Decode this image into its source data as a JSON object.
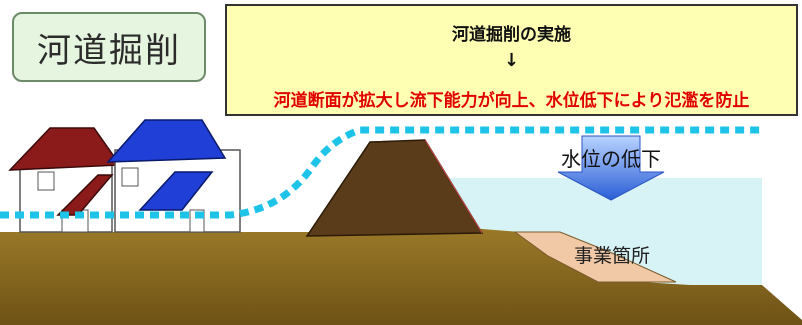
{
  "title": "河道掘削",
  "note": {
    "title": "河道掘削の実施",
    "arrow": "↓",
    "description": "河道断面が拡大し流下能力が向上、水位低下により氾濫を防止"
  },
  "labels": {
    "water_level_drop": "水位の低下",
    "project_site": "事業箇所"
  },
  "colors": {
    "ground": "#8b6a1f",
    "levee": "#5a3b1a",
    "water": "#d8f3f5",
    "water_line": "#1ec3e8",
    "excavation": "#f1c9a6",
    "arrow": "#3a6fe0",
    "roof_red": "#8b1a1a",
    "roof_blue": "#1f3fd6"
  }
}
